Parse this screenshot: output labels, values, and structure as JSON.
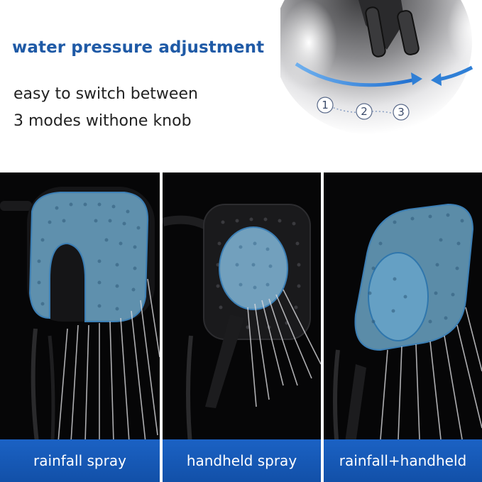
{
  "header": {
    "title": "water pressure adjustment",
    "line1": "easy to switch between",
    "line2": "3  modes withone knob"
  },
  "knob": {
    "positions": [
      "1",
      "2",
      "3"
    ]
  },
  "modes": [
    {
      "label": "rainfall spray"
    },
    {
      "label": "handheld spray"
    },
    {
      "label": "rainfall+handheld"
    }
  ],
  "colors": {
    "title": "#1f5aa6",
    "label_bar": "#1a5cba",
    "highlight": "#6fb6e0",
    "arrow": "#2f7fd6"
  }
}
